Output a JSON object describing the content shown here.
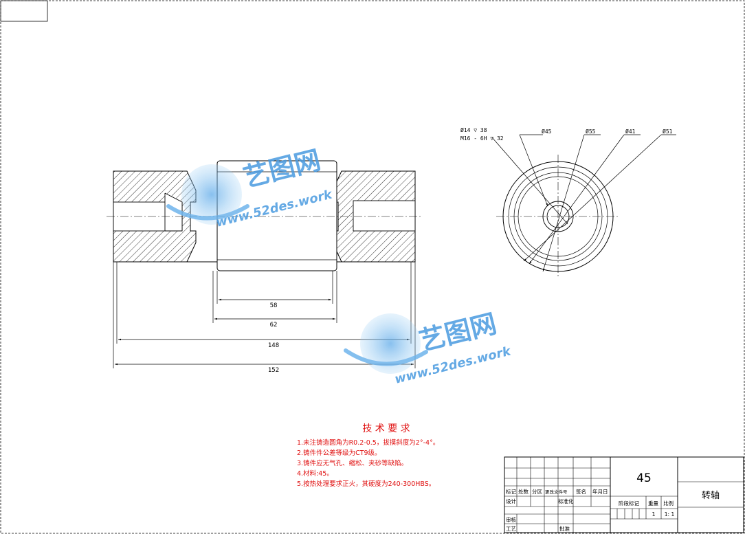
{
  "drawing": {
    "dimensions": {
      "d58": "58",
      "d62": "62",
      "d148": "148",
      "d152": "152"
    },
    "hole_callout": {
      "line1": "Ø14 ▽ 38",
      "line2": "M16 - 6H ▽ 32"
    },
    "diameters": {
      "d45": "Ø45",
      "d55": "Ø55",
      "d41": "Ø41",
      "d51": "Ø51"
    }
  },
  "watermark": {
    "name": "艺图网",
    "site": "www.52des.work"
  },
  "tech_requirements": {
    "title": "技 术 要 求",
    "items": [
      "1.未注铸造圆角为R0.2-0.5，拔摸斜度为2°-4°。",
      "2.铸件件公差等级为CT9级。",
      "3.铸件应无气孔、缩松、夹砂等缺陷。",
      "4.材料:45。",
      "5.按热处理要求正火，其硬度为240-300HBS。"
    ]
  },
  "title_block": {
    "material": "45",
    "part_name": "转轴",
    "headers": {
      "mark": "标记",
      "count": "处数",
      "zone": "分区",
      "doc_no": "更改文件号",
      "sign": "签名",
      "date": "年月日"
    },
    "rows": {
      "design": "设计",
      "standardize": "标准化",
      "review": "审核",
      "process": "工艺",
      "approve": "批准"
    },
    "stage_mark": "阶段标记",
    "weight": "重量",
    "scale": "比例",
    "qty": "1",
    "scale_value": "1: 1"
  }
}
